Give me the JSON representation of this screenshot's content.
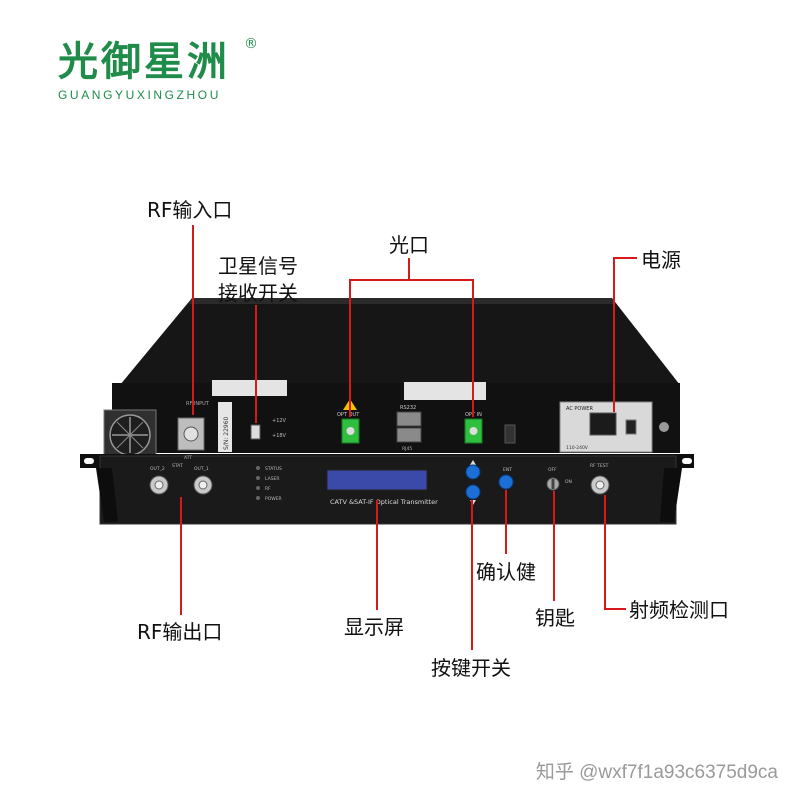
{
  "brand": {
    "name_cn": "光御星洲",
    "name_en": "GUANGYUXINGZHOU",
    "registered": "®",
    "color": "#1f8c4a"
  },
  "labels": {
    "rf_input": "RF输入口",
    "satellite_switch_line1": "卫星信号",
    "satellite_switch_line2": "接收开关",
    "optical_port": "光口",
    "power": "电源",
    "rf_output": "RF输出口",
    "display": "显示屏",
    "keypad": "按键开关",
    "confirm_key": "确认健",
    "key_switch": "钥匙",
    "rf_test_port": "射频检测口"
  },
  "device": {
    "front_panel_text": "CATV &SAT-IF Optical Transmitter",
    "led_labels": [
      "STATUS",
      "LASER",
      "RF",
      "POWER"
    ],
    "front": {
      "out2": "OUT_2",
      "stat": "STAT",
      "out1": "OUT_1",
      "att": "ATT",
      "ent": "ENT",
      "off": "OFF",
      "on": "ON",
      "rf_test": "RF TEST"
    },
    "rear": {
      "rf_input": "RF INPUT",
      "sn": "S/N: 22960",
      "v12": "+12V",
      "v18": "+18V",
      "opt_out": "OPT OUT",
      "rs232": "RS232",
      "opt_in": "OPT IN",
      "ac_power": "AC POWER",
      "power_range": "110-240V",
      "rj45": "RJ45"
    }
  },
  "watermark": "知乎 @wxf7f1a93c6375d9ca",
  "colors": {
    "callout_line": "#d7191c",
    "chassis": "#1c1c1c",
    "display": "#3b4aa8",
    "button": "#1c6fd6",
    "fiber_connector": "#2fbf3f"
  }
}
